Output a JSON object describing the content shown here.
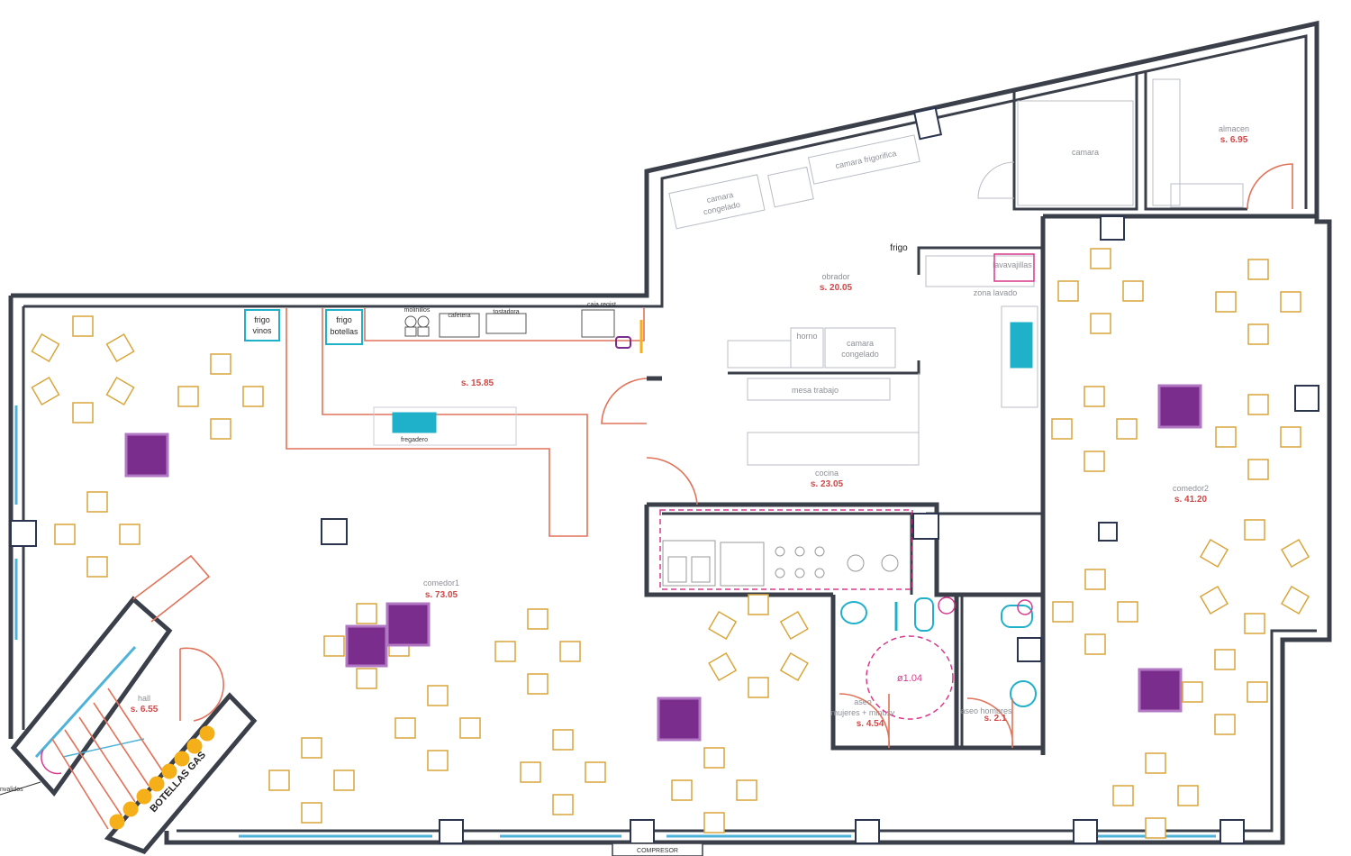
{
  "colors": {
    "wall": "#3a3f4a",
    "counter": "#e0735a",
    "chair": "#d9a63c",
    "purple_table": "#7b2d8e",
    "cyan": "#1fb1c9",
    "pink": "#d8398c",
    "area_text": "#d24747",
    "gas": "#f5b019"
  },
  "rooms": {
    "comedor1": {
      "name": "comedor1",
      "area": "s. 73.05"
    },
    "barra": {
      "area": "s. 15.85"
    },
    "hall": {
      "name": "hall",
      "area": "s. 6.55"
    },
    "cocina": {
      "name": "cocina",
      "area": "s. 23.05"
    },
    "obrador": {
      "name": "obrador",
      "area": "s. 20.05"
    },
    "almacen": {
      "name": "almacen",
      "area": "s. 6.95"
    },
    "comedor2": {
      "name": "comedor2",
      "area": "s. 41.20"
    },
    "aseo1": {
      "name": "aseo",
      "sub": "mujeres + minusv",
      "area": "s. 4.54"
    },
    "aseo2": {
      "name": "aseo hombres",
      "area": "s. 2.1"
    }
  },
  "labels": {
    "frigo_vinos": [
      "frigo",
      "vinos"
    ],
    "frigo_botellas": [
      "frigo",
      "botellas"
    ],
    "molinillos": "molinillos",
    "cafetera": "cafetera",
    "tostadora": "tostadora",
    "caja_regist": "caja regist",
    "fregadero": "fregadero",
    "camara": "camara",
    "camara_congelado": [
      "camara",
      "congelado"
    ],
    "camara_frigorifica": "camara frigorifica",
    "frigo": "frigo",
    "lavavajillas": "lavavajillas",
    "zona_lavado": "zona lavado",
    "horno": "horno",
    "camara_congelado2": [
      "camara",
      "congelado"
    ],
    "mesa_trabajo": "mesa trabajo",
    "diameter": "ø1.04",
    "compresor": "COMPRESOR",
    "botellas_gas": "BOTELLAS GAS",
    "invalidos": "nvalidos"
  }
}
